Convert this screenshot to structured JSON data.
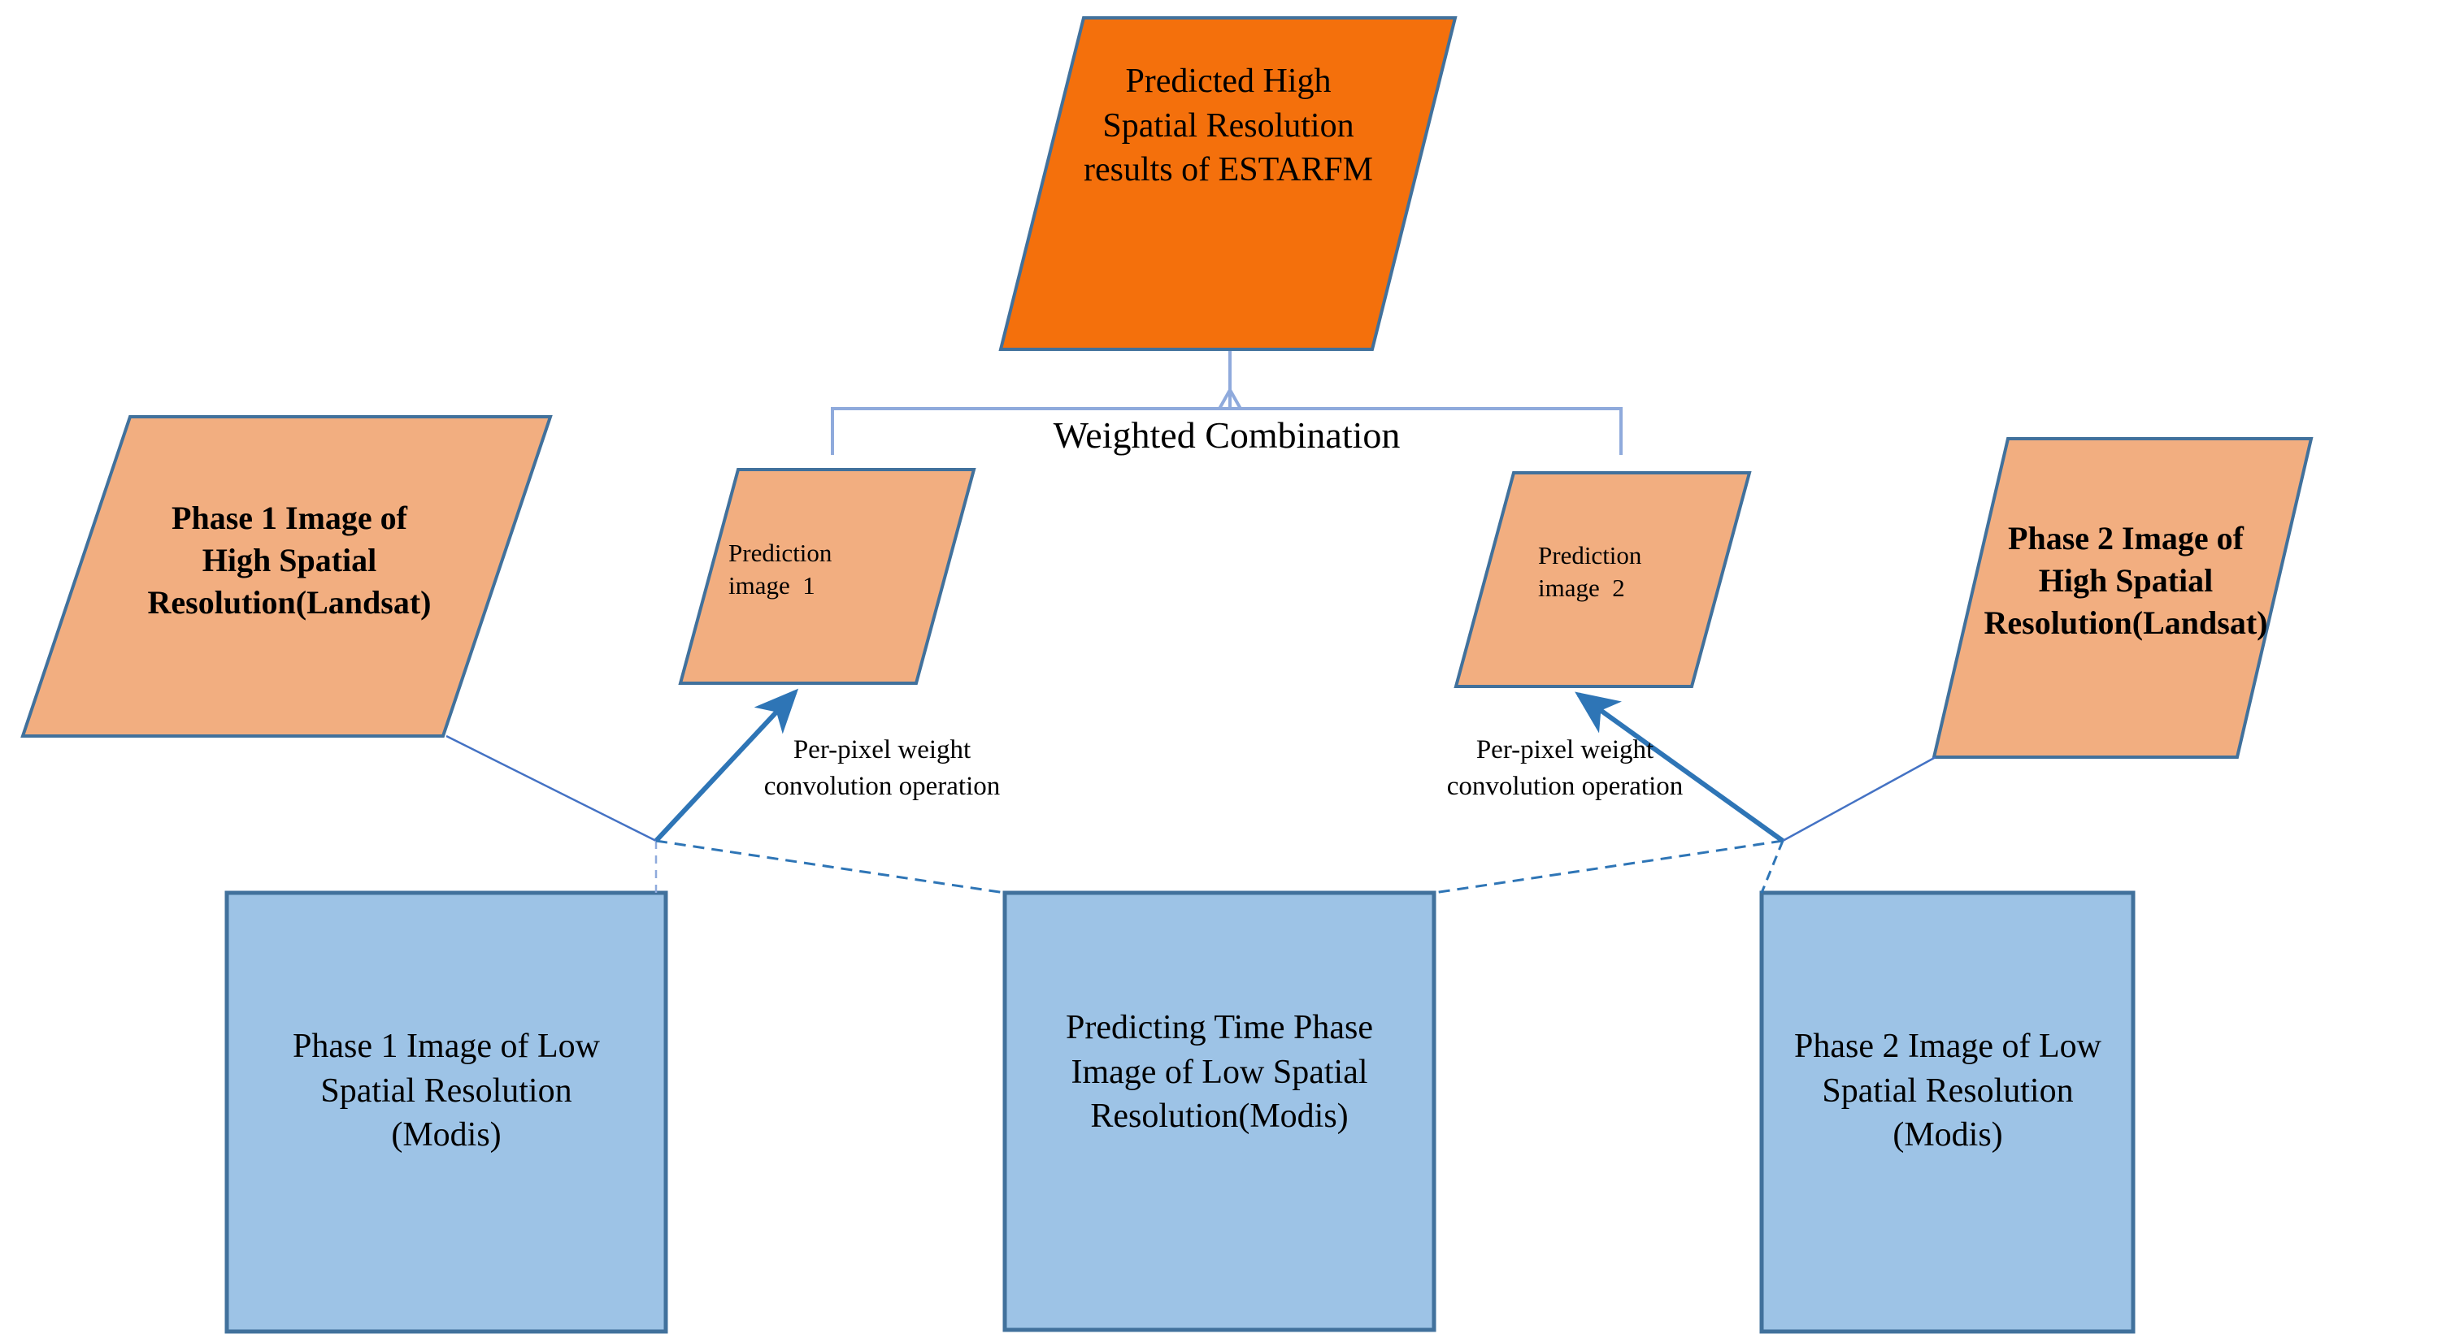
{
  "diagram": {
    "title_node": {
      "name": "predicted-high-spatial-resolution-results",
      "lines": [
        "Predicted High",
        "Spatial Resolution",
        "results of ESTARFM"
      ],
      "fill": "#F4700C",
      "stroke": "#41719C",
      "shape": "parallelogram"
    },
    "bracket": {
      "label": "Weighted Combination",
      "stroke": "#8FAADC"
    },
    "inputs": [
      {
        "name": "phase-1-image-high-spatial-resolution-landsat",
        "lines": [
          "Phase 1 Image of",
          "High Spatial",
          "Resolution(Landsat)"
        ],
        "fill": "#F2AE80",
        "stroke": "#41719C",
        "shape": "parallelogram"
      },
      {
        "name": "prediction-image-1",
        "lines": [
          "Prediction",
          "image  1"
        ],
        "fill": "#F2AE80",
        "stroke": "#41719C",
        "shape": "parallelogram"
      },
      {
        "name": "prediction-image-2",
        "lines": [
          "Prediction",
          "image  2"
        ],
        "fill": "#F2AE80",
        "stroke": "#41719C",
        "shape": "parallelogram"
      },
      {
        "name": "phase-2-image-high-spatial-resolution-landsat",
        "lines": [
          "Phase 2 Image of",
          "High Spatial",
          "Resolution(Landsat)"
        ],
        "fill": "#F2AE80",
        "stroke": "#41719C",
        "shape": "parallelogram"
      }
    ],
    "low_res_boxes": [
      {
        "name": "phase-1-image-low-spatial-resolution-modis",
        "lines": [
          "Phase 1 Image of Low",
          "Spatial Resolution",
          "(Modis)"
        ],
        "fill": "#9DC3E6",
        "stroke": "#41719C",
        "shape": "rectangle"
      },
      {
        "name": "predicting-time-phase-image-low-spatial-resolution-modis",
        "lines": [
          "Predicting Time Phase",
          "Image of Low Spatial",
          "Resolution(Modis)"
        ],
        "fill": "#9DC3E6",
        "stroke": "#41719C",
        "shape": "rectangle"
      },
      {
        "name": "phase-2-image-low-spatial-resolution-modis",
        "lines": [
          "Phase 2 Image of Low",
          "Spatial Resolution",
          "(Modis)"
        ],
        "fill": "#9DC3E6",
        "stroke": "#41719C",
        "shape": "rectangle"
      }
    ],
    "operation_labels": [
      {
        "name": "per-pixel-weight-convolution-operation-left",
        "lines": [
          "Per-pixel weight",
          "convolution operation"
        ]
      },
      {
        "name": "per-pixel-weight-convolution-operation-right",
        "lines": [
          "Per-pixel weight",
          "convolution operation"
        ]
      }
    ],
    "connector_color": "#2E75B6",
    "thin_connector_color": "#4472C4"
  }
}
